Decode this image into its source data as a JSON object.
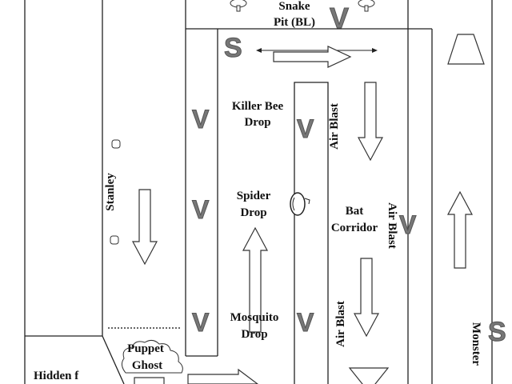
{
  "labels": {
    "snake_pit_1": "Snake",
    "snake_pit_2": "Pit (BL)",
    "killer_bee_1": "Killer Bee",
    "killer_bee_2": "Drop",
    "air_blast_top": "Air Blast",
    "stanley": "Stanley",
    "spider_1": "Spider",
    "spider_2": "Drop",
    "bat_1": "Bat",
    "bat_2": "Corridor",
    "air_blast_right": "Air Blast",
    "air_blast_bottom": "Air Blast",
    "mosquito_1": "Mosquito",
    "mosquito_2": "Drop",
    "monster": "Monster",
    "puppet_1": "Puppet",
    "puppet_2": "Ghost",
    "hidden": "Hidden f"
  },
  "markers": {
    "v": "V",
    "s": "S"
  },
  "colors": {
    "marker": "#777777",
    "line": "#222222"
  }
}
